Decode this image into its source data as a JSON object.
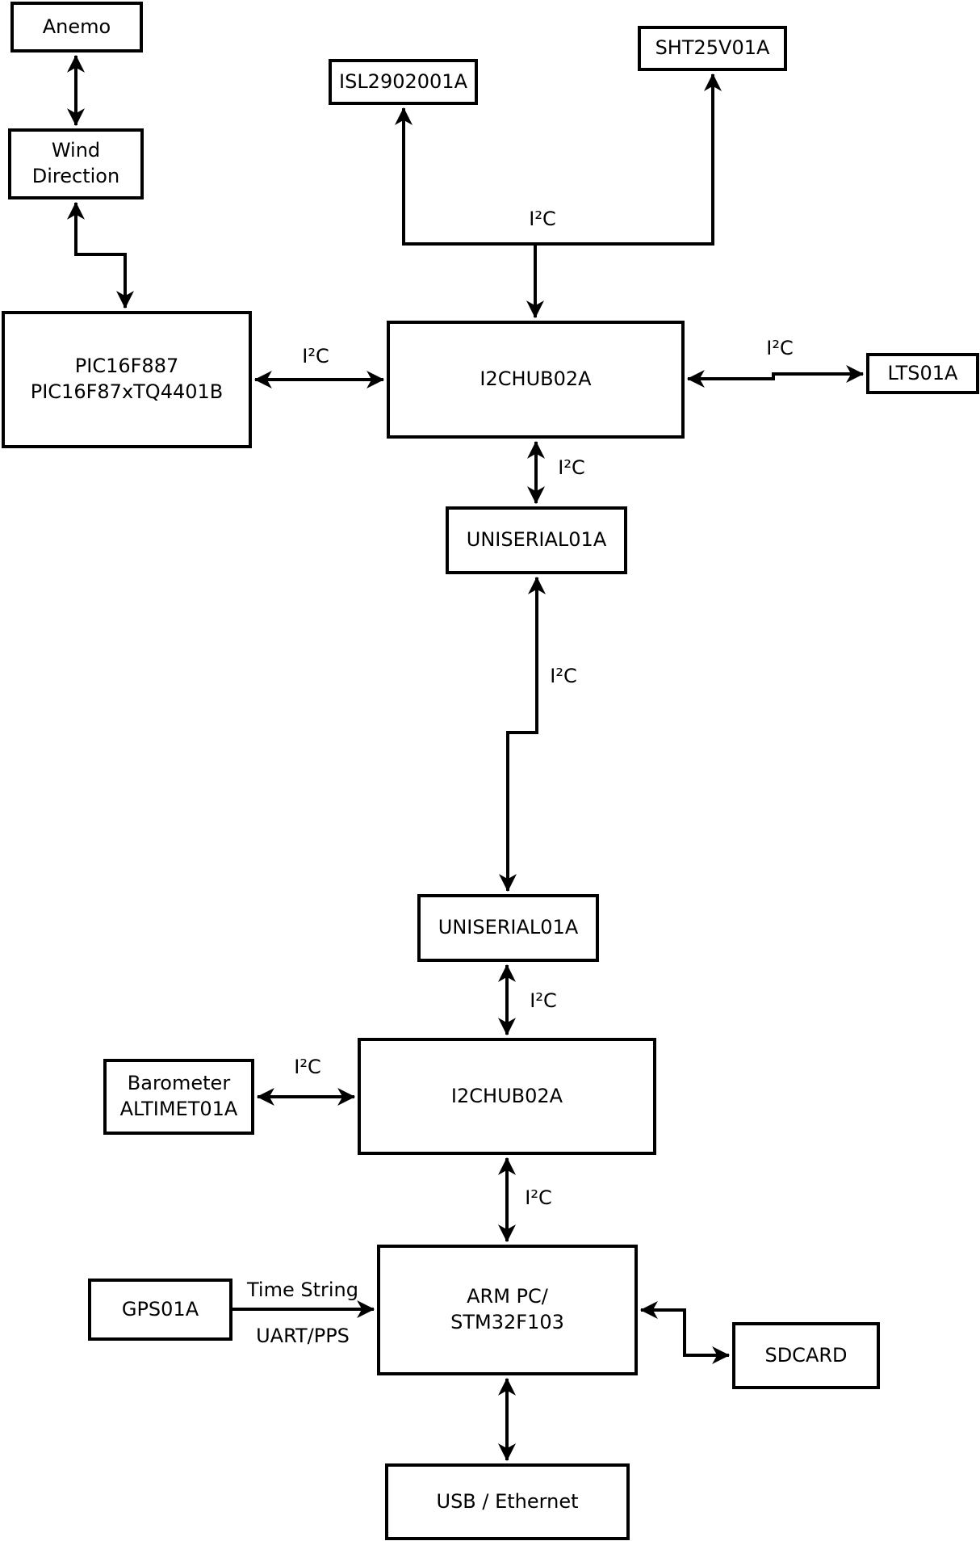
{
  "nodes": {
    "anemo": {
      "label": "Anemo"
    },
    "wind_direction": {
      "label": "Wind\nDirection"
    },
    "pic16f887": {
      "label": "PIC16F887\nPIC16F87xTQ4401B"
    },
    "isl2902001a": {
      "label": "ISL2902001A"
    },
    "sht25v01a": {
      "label": "SHT25V01A"
    },
    "i2chub02a_top": {
      "label": "I2CHUB02A"
    },
    "lts01a": {
      "label": "LTS01A"
    },
    "uniserial01a_upper": {
      "label": "UNISERIAL01A"
    },
    "uniserial01a_lower": {
      "label": "UNISERIAL01A"
    },
    "i2chub02a_bottom": {
      "label": "I2CHUB02A"
    },
    "barometer_altimet01a": {
      "label": "Barometer\nALTIMET01A"
    },
    "gps01a": {
      "label": "GPS01A"
    },
    "arm_pc_stm32f103": {
      "label": "ARM PC/\nSTM32F103"
    },
    "sdcard": {
      "label": "SDCARD"
    },
    "usb_ethernet": {
      "label": "USB / Ethernet"
    }
  },
  "edge_labels": {
    "sensor_bus": "I²C",
    "pic_to_hub": "I²C",
    "hub_to_lts": "I²C",
    "hub_to_uniserial": "I²C",
    "uniserial_link": "I²C",
    "uniserial_to_hub2": "I²C",
    "barometer_to_hub2": "I²C",
    "hub2_to_arm": "I²C",
    "gps_to_arm_top": "Time String",
    "gps_to_arm_bottom": "UART/PPS"
  },
  "colors": {
    "line": "#000000",
    "background": "#ffffff",
    "box_fill": "#ffffff"
  }
}
